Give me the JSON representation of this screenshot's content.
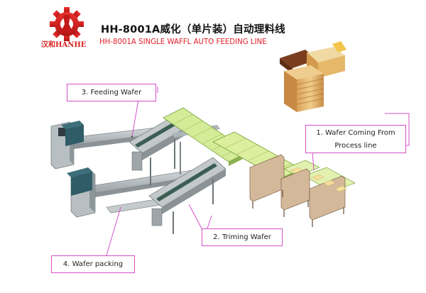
{
  "header": {
    "title_cn": "HH-8001A威化（单片装）自动理料线",
    "title_en": "HH-8001A SINGLE WAFFL AUTO  FEEDING LINE",
    "brand": "汉和HANHE"
  },
  "brand_color": "#d6201f",
  "callouts": [
    {
      "id": 3,
      "line1": "3. Feeding Wafer",
      "line2": ""
    },
    {
      "id": 1,
      "line1": "1. Wafer Coming From",
      "line2": "Process line"
    },
    {
      "id": 2,
      "line1": "2. Triming Wafer",
      "line2": ""
    },
    {
      "id": 4,
      "line1": "4. Wafer packing",
      "line2": ""
    }
  ],
  "icons": {
    "logo": "gear-logo-icon",
    "product": "wafer-product-icon"
  }
}
